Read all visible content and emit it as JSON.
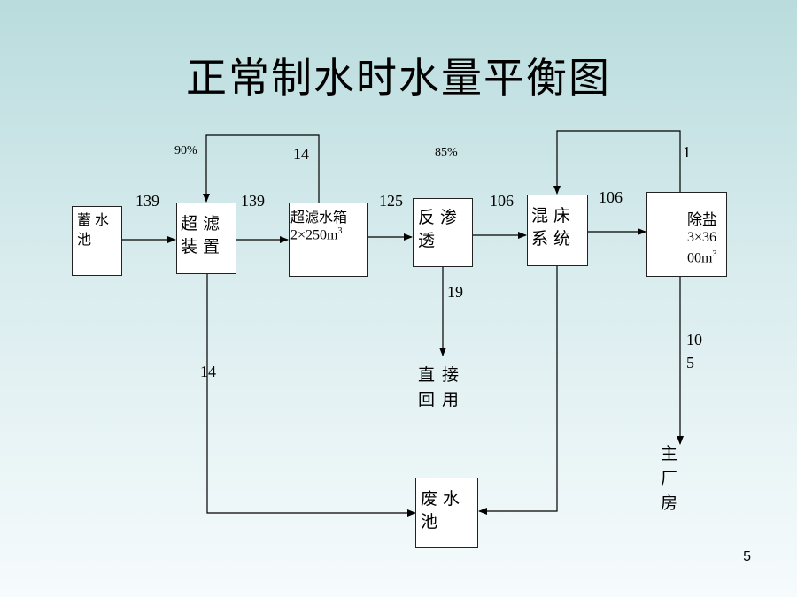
{
  "title": "正常制水时水量平衡图",
  "page_number": "5",
  "nodes": {
    "reservoir": "蓄水池",
    "uf_device": "超滤装置",
    "uf_tank_name": "超滤水箱",
    "uf_tank_spec": "2×250m",
    "uf_tank_sup": "3",
    "ro": "反渗透",
    "mixed_bed": "混床系统",
    "desalt_name": "除盐",
    "desalt_spec1": "3×36",
    "desalt_spec2": "00m",
    "desalt_sup": "3",
    "waste_pool": "废水池",
    "direct_reuse": "直接回用",
    "main_plant": "主厂房"
  },
  "flows": {
    "f1": "139",
    "f2": "139",
    "f3": "125",
    "f4": "106",
    "f5": "106",
    "uf_recycle": "14",
    "uf_waste": "14",
    "ro_reuse": "19",
    "desalt_recycle": "1",
    "to_plant_a": "10",
    "to_plant_b": "5",
    "uf_pct": "90%",
    "ro_pct": "85%"
  }
}
